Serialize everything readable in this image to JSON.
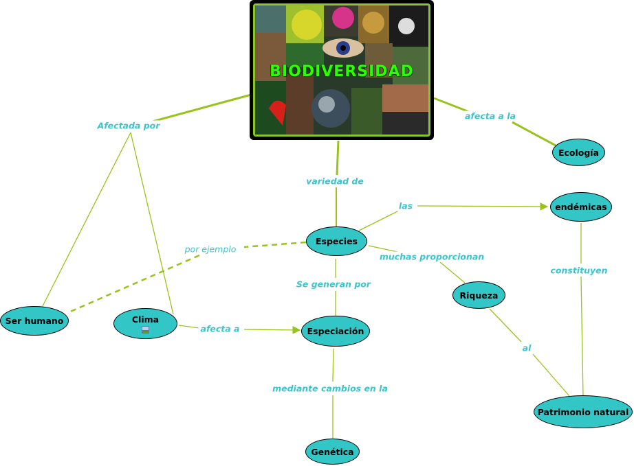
{
  "hero": {
    "title": "BIODIVERSIDAD"
  },
  "nodes": {
    "ecologia": "Ecología",
    "endemicas": "endémicas",
    "especies": "Especies",
    "riqueza": "Riqueza",
    "ser_humano": "Ser humano",
    "clima": "Clima",
    "especiacion": "Especiación",
    "patrimonio": "Patrimonio natural",
    "genetica": "Genética"
  },
  "links": {
    "afectada_por": "Afectada por",
    "afecta_a_la": "afecta a la",
    "variedad_de": "variedad de",
    "las": "las",
    "por_ejemplo": "por ejemplo",
    "muchas_proporcionan": "muchas proporcionan",
    "constituyen": "constituyen",
    "se_generan_por": "Se generan por",
    "afecta_a": "afecta a",
    "al": "al",
    "mediante_cambios": "mediante cambios en la"
  },
  "colors": {
    "line": "#99c31c",
    "node_fill": "#33c6c6",
    "label": "#3cc4cc",
    "title": "#2cff00"
  }
}
